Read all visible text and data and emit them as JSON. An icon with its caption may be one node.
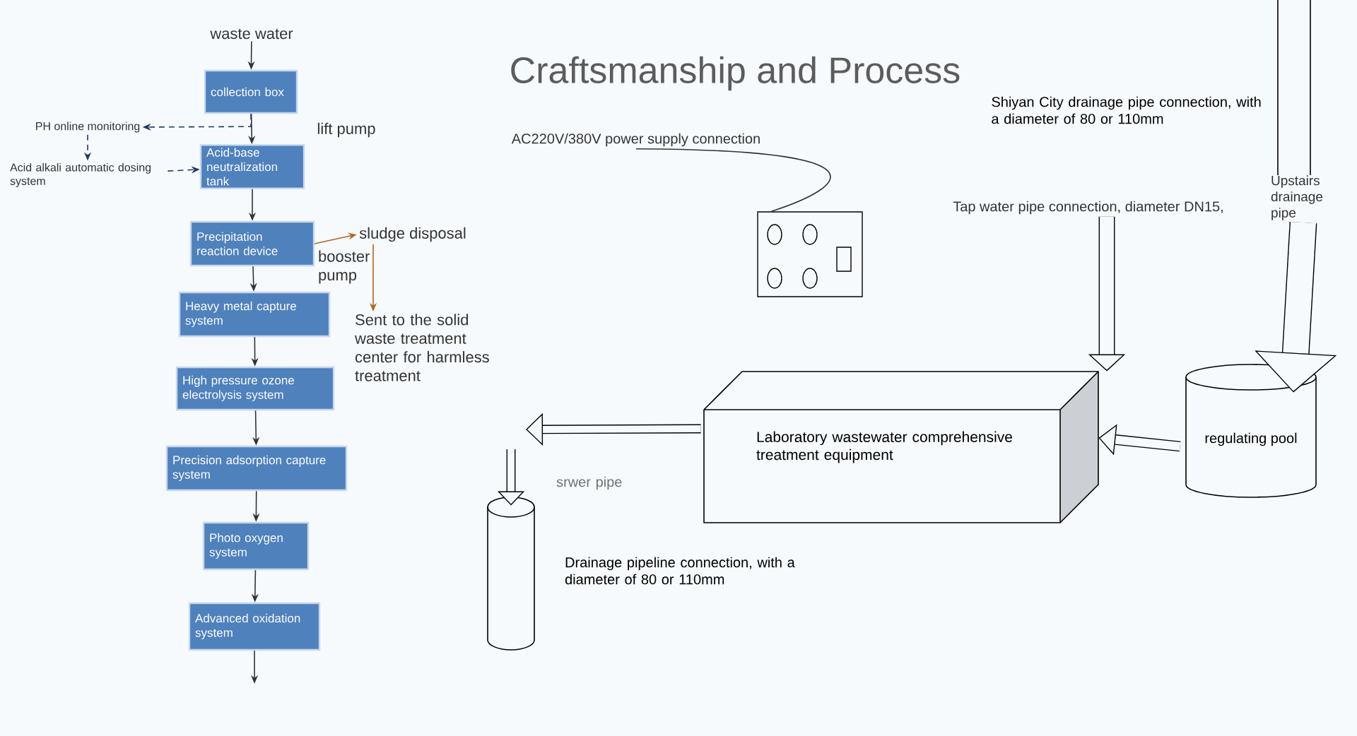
{
  "diagram": {
    "title": "Craftsmanship and Process",
    "nodes": [
      {
        "text": [
          "waste water"
        ]
      },
      {
        "text": [
          "collection box"
        ]
      },
      {
        "text": [
          "Acid-base neutralization tank"
        ]
      },
      {
        "text": [
          "Precipitation reaction device"
        ]
      },
      {
        "text": [
          "Heavy metal capture system"
        ]
      },
      {
        "text": [
          "High pressure ozone electrolysis system"
        ]
      },
      {
        "text": [
          "Precision adsorption capture system"
        ]
      },
      {
        "text": [
          "Photo oxygen system"
        ]
      },
      {
        "text": [
          "Advanced oxidation system"
        ]
      },
      {
        "text": [
          "PH online monitoring"
        ]
      },
      {
        "text": [
          "Acid alkali automatic dosing system"
        ]
      },
      {
        "text": [
          "sludge disposal"
        ]
      },
      {
        "text": [
          "Sent to the solid waste treatment center for harmless treatment"
        ]
      },
      {
        "text": [
          "AC220V/380V power supply connection"
        ]
      },
      {
        "text": [],
        "shape": "box"
      },
      {
        "text": [
          "Tap water pipe connection, diameter DN15,"
        ]
      },
      {
        "text": [
          "Upstairs drainage pipe"
        ]
      },
      {
        "text": [
          "Laboratory wastewater comprehensive treatment equipment"
        ]
      },
      {
        "text": [
          "regulating pool"
        ]
      },
      {
        "text": [],
        "shape": "cylinder",
        "beside": [
          "srwer pipe",
          "Drainage pipeline connection, with a diameter of 80 or 110mm"
        ]
      }
    ],
    "edges": [
      {
        "from": 0,
        "to": 1,
        "arrow": "to"
      },
      {
        "from": 1,
        "to": 2,
        "arrow": "to"
      },
      {
        "from": 2,
        "to": 3,
        "arrow": "to"
      },
      {
        "from": 3,
        "to": 4,
        "arrow": "to"
      },
      {
        "from": 4,
        "to": 5,
        "arrow": "to"
      },
      {
        "from": 5,
        "to": 6,
        "arrow": "to"
      },
      {
        "from": 6,
        "to": 7,
        "arrow": "to"
      },
      {
        "from": 7,
        "to": 8,
        "arrow": "to"
      },
      {
        "from": 8,
        "to": null,
        "arrow": "to"
      },
      {
        "from": 1,
        "to": 9,
        "arrow": "to",
        "style": "dashed",
        "color": "#1f3864"
      },
      {
        "from": 9,
        "to": 10,
        "arrow": "to",
        "style": "dashed",
        "color": "#1f3864"
      },
      {
        "from": 10,
        "to": 2,
        "arrow": "to",
        "style": "dashed",
        "color": "#1f3864"
      },
      {
        "from": 3,
        "to": 11,
        "arrow": "to",
        "color": "#b5651d"
      },
      {
        "from": 11,
        "to": 12,
        "arrow": "to",
        "color": "#b5651d"
      },
      {
        "from": 13,
        "to": 14,
        "arrow": "none"
      },
      {
        "from": 15,
        "to": 17,
        "arrow": "to",
        "style": "thick"
      },
      {
        "from": 16,
        "to": 18,
        "arrow": "to",
        "style": "thick"
      },
      {
        "from": 18,
        "to": 17,
        "arrow": "to",
        "style": "thick"
      },
      {
        "from": 17,
        "to": null,
        "arrow": "to",
        "style": "thick"
      },
      {
        "from": null,
        "to": 19,
        "arrow": "to",
        "style": "thick"
      }
    ],
    "labels": [
      "lift pump",
      "booster pump",
      "Shiyan City drainage pipe connection, with a diameter of 80 or 110mm"
    ]
  }
}
